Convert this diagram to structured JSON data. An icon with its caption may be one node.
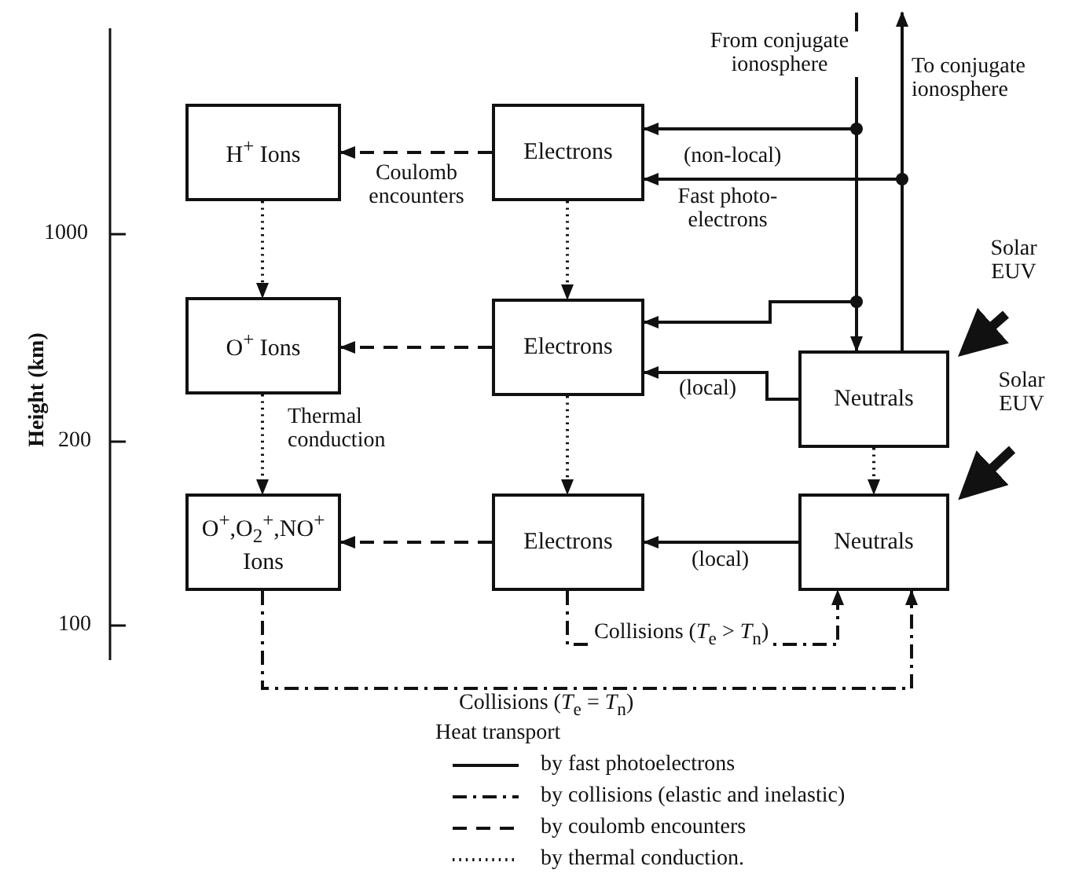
{
  "diagram": {
    "nodes": [
      {
        "text": [
          "H$^{+}$ Ions"
        ]
      },
      {
        "text": [
          "Electrons"
        ]
      },
      {
        "text": [
          "O$^{+}$ Ions"
        ]
      },
      {
        "text": [
          "Electrons"
        ]
      },
      {
        "text": [
          "Neutrals"
        ]
      },
      {
        "text": [
          "O$^{+}$,O$_{2}$$^{+}$,NO$^{+}$ Ions"
        ]
      },
      {
        "text": [
          "Electrons"
        ]
      },
      {
        "text": [
          "Neutrals"
        ]
      }
    ],
    "edges": [
      {
        "from": null,
        "to": 1,
        "arrow": "to",
        "label": "From conjugate ionosphere"
      },
      {
        "from": null,
        "to": 3,
        "arrow": "to"
      },
      {
        "from": null,
        "to": 4,
        "arrow": "to"
      },
      {
        "from": 4,
        "to": null,
        "arrow": "to",
        "label": "To conjugate ionosphere"
      },
      {
        "from": 4,
        "to": 1,
        "arrow": "to",
        "label": "Fast photo-electrons"
      },
      {
        "from": 4,
        "to": 3,
        "arrow": "to",
        "label": "(local)"
      },
      {
        "from": 7,
        "to": 6,
        "arrow": "to",
        "label": "(local)"
      },
      {
        "from": 1,
        "to": 0,
        "arrow": "to",
        "style": "dashed",
        "label": "Coulomb encounters"
      },
      {
        "from": 3,
        "to": 2,
        "arrow": "to",
        "style": "dashed"
      },
      {
        "from": 6,
        "to": 5,
        "arrow": "to",
        "style": "dashed"
      },
      {
        "from": 0,
        "to": 2,
        "arrow": "to",
        "style": "dashed"
      },
      {
        "from": 2,
        "to": 5,
        "arrow": "to",
        "style": "dashed",
        "label": "Thermal conduction"
      },
      {
        "from": 1,
        "to": 3,
        "arrow": "to",
        "style": "dashed"
      },
      {
        "from": 3,
        "to": 6,
        "arrow": "to",
        "style": "dashed"
      },
      {
        "from": 4,
        "to": 7,
        "arrow": "to",
        "style": "dashed"
      },
      {
        "from": 6,
        "to": 7,
        "arrow": "to",
        "style": "dashed",
        "label": "Collisions (*T*$_{e}$ > *T*$_{n}$)"
      },
      {
        "from": 5,
        "to": 7,
        "arrow": "to",
        "style": "dashed",
        "label": "Collisions (*T*$_{e}$ = *T*$_{n}$)"
      },
      {
        "from": null,
        "to": 4,
        "arrow": "to",
        "style": "thick",
        "label": "Solar EUV"
      },
      {
        "from": null,
        "to": 7,
        "arrow": "to",
        "style": "thick",
        "label": "Solar EUV"
      }
    ],
    "labels": [
      "Height (km)",
      "1000",
      "200",
      "100",
      "(non-local)",
      "Heat transport"
    ],
    "legend": [
      {
        "text": "by fast photoelectrons"
      },
      {
        "text": "by collisions (elastic and inelastic)"
      },
      {
        "text": "by coulomb encounters"
      },
      {
        "text": "by thermal conduction."
      }
    ]
  }
}
